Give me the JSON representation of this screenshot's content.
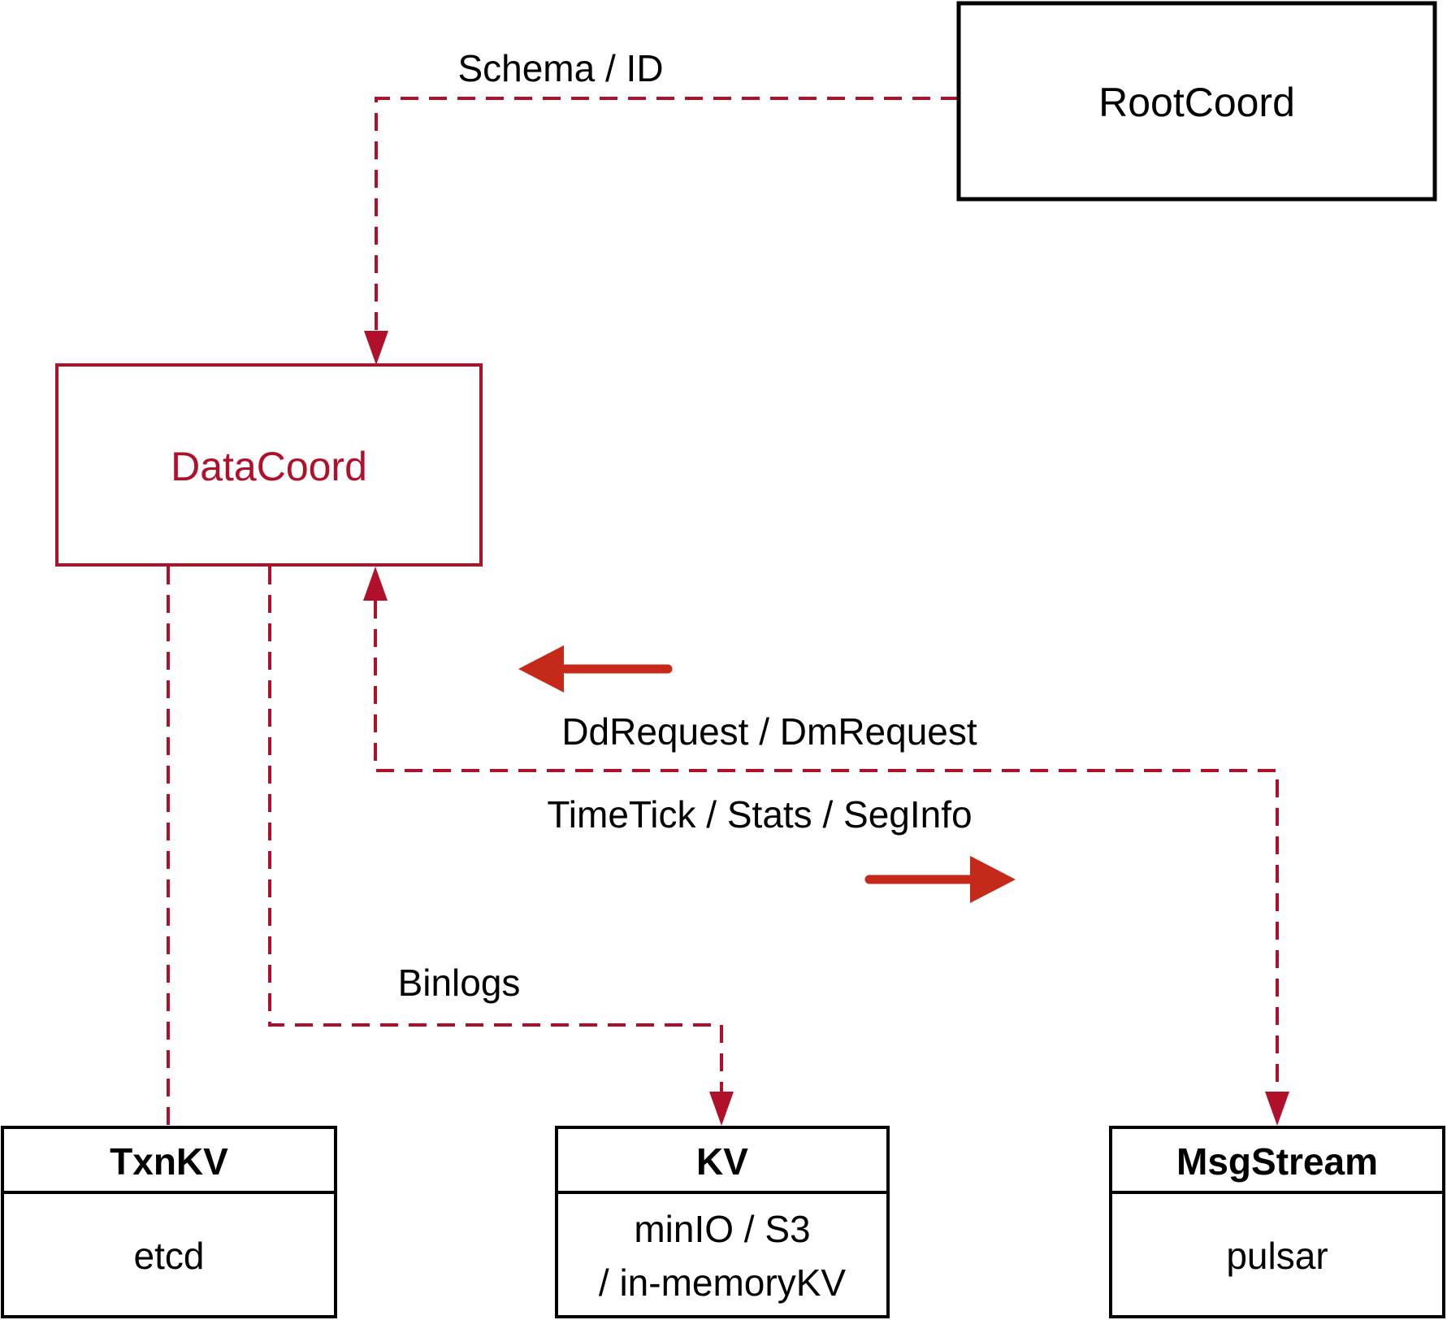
{
  "colors": {
    "crimson": "#b1102b",
    "vermilion": "#c5291a",
    "black": "#000000",
    "background": "#ffffff"
  },
  "nodes": {
    "root_coord": {
      "label": "RootCoord"
    },
    "data_coord": {
      "label": "DataCoord"
    },
    "txn_kv": {
      "title": "TxnKV",
      "body": "etcd"
    },
    "kv": {
      "title": "KV",
      "body_line_1": "minIO / S3",
      "body_line_2": "/ in-memoryKV"
    },
    "msg_stream": {
      "title": "MsgStream",
      "body": "pulsar"
    }
  },
  "edge_labels": {
    "schema_id": "Schema / ID",
    "dd_dm_request": "DdRequest / DmRequest",
    "timetick_stats_seginfo": "TimeTick / Stats / SegInfo",
    "binlogs": "Binlogs"
  }
}
